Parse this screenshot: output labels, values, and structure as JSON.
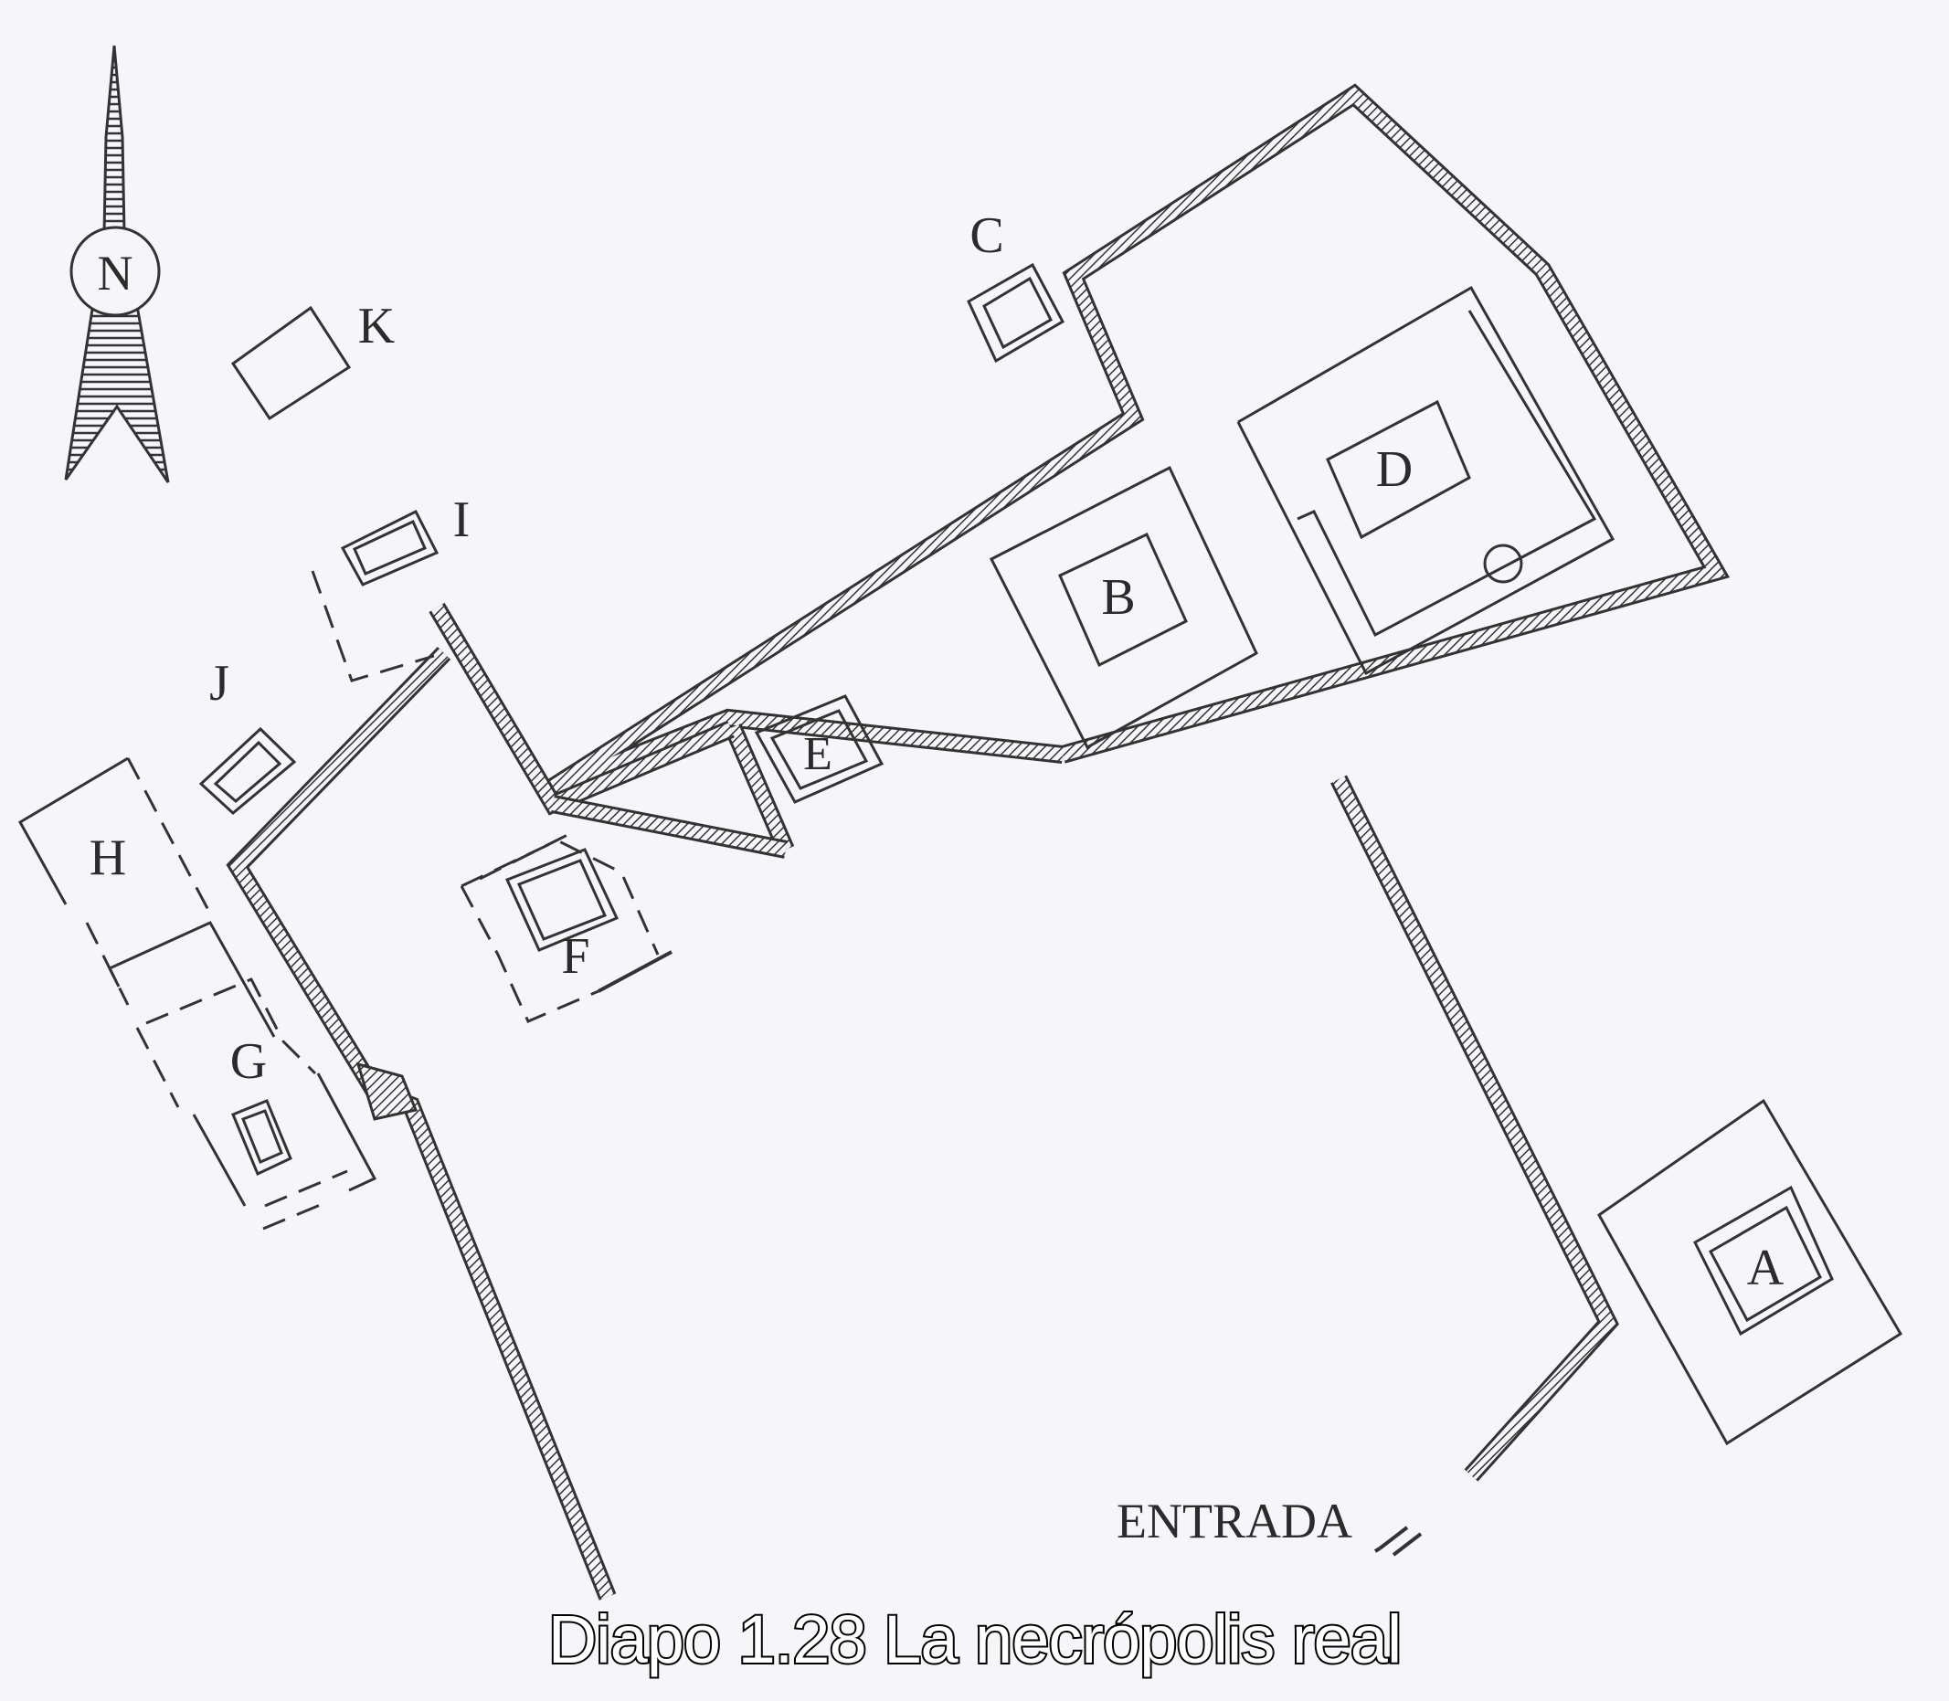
{
  "compass": {
    "letter": "N"
  },
  "labels": {
    "a": "A",
    "b": "B",
    "c": "C",
    "d": "D",
    "e": "E",
    "f": "F",
    "g": "G",
    "h": "H",
    "i": "I",
    "j": "J",
    "k": "K"
  },
  "entrance_label": "ENTRADA",
  "caption": "Diapo 1.28 La necrópolis real",
  "colors": {
    "background": "#f6f5f9",
    "ink": "#333333",
    "caption_fill": "#ffffff",
    "caption_outline": "#000000"
  }
}
